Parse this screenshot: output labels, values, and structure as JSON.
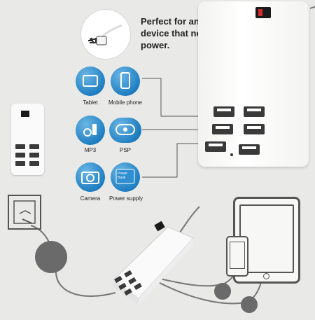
{
  "headline": "Perfect for any USB device that needs power.",
  "devices": [
    {
      "label": "Tablet",
      "icon": "tablet-icon"
    },
    {
      "label": "Mobile phone",
      "icon": "mobile-phone-icon"
    },
    {
      "label": "MP3",
      "icon": "mp3-player-icon"
    },
    {
      "label": "PSP",
      "icon": "psp-icon"
    },
    {
      "label": "Camera",
      "icon": "camera-icon"
    },
    {
      "label": "Power supply",
      "icon": "power-bank-icon"
    }
  ],
  "power_bank_text": "Power Bank",
  "colors": {
    "icon_blue": "#1f7fc2",
    "background": "#e9e9e7",
    "callout_gray": "#6a6a6a",
    "switch_black": "#1a1a1a",
    "switch_red": "#d22b2b"
  }
}
